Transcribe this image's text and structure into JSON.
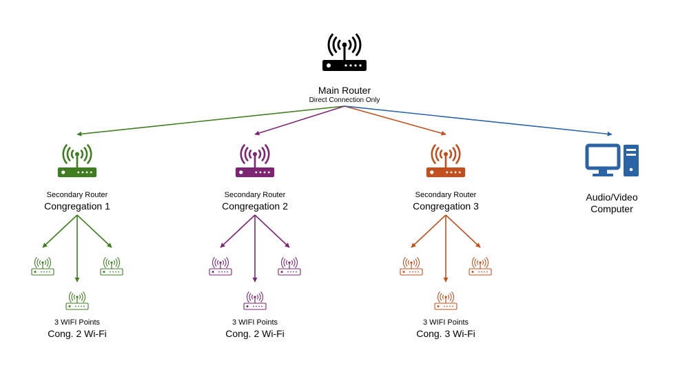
{
  "colors": {
    "main": "#000000",
    "congregation_1": "#3f7d20",
    "congregation_2": "#7b2573",
    "congregation_3": "#c2501e",
    "computer": "#2b64a4"
  },
  "main_router": {
    "icon": "router-icon",
    "title": "Main Router",
    "subtitle": "Direct Connection Only"
  },
  "secondary_routers": [
    {
      "icon": "router-icon",
      "color_key": "congregation_1",
      "role": "Secondary Router",
      "name": "Congregation 1",
      "wifi_caption": "3 WIFI Points",
      "wifi_name": "Cong. 2 Wi-Fi",
      "wifi_icon": "wifi-access-point-icon"
    },
    {
      "icon": "router-icon",
      "color_key": "congregation_2",
      "role": "Secondary Router",
      "name": "Congregation 2",
      "wifi_caption": "3 WIFI Points",
      "wifi_name": "Cong. 2 Wi-Fi",
      "wifi_icon": "wifi-access-point-icon"
    },
    {
      "icon": "router-icon",
      "color_key": "congregation_3",
      "role": "Secondary Router",
      "name": "Congregation 3",
      "wifi_caption": "3 WIFI Points",
      "wifi_name": "Cong. 3 Wi-Fi",
      "wifi_icon": "wifi-access-point-icon"
    }
  ],
  "computer": {
    "icon": "desktop-computer-icon",
    "color_key": "computer",
    "line1": "Audio/Video",
    "line2": "Computer"
  }
}
